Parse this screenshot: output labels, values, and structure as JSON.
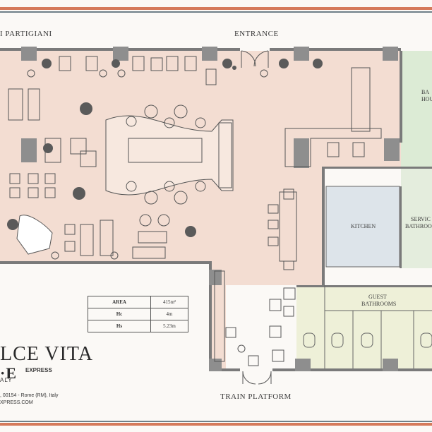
{
  "labels": {
    "street": "I PARTIGIANI",
    "entrance": "ENTRANCE",
    "bar_house_1": "BA",
    "bar_house_2": "HOU",
    "service_1": "SERVIC",
    "service_2": "BATHROO",
    "kitchen": "KITCHEN",
    "guest_1": "GUEST",
    "guest_2": "BATHROOMS",
    "train_platform": "TRAIN PLATFORM"
  },
  "dimensions": [
    {
      "key": "AREA",
      "value": "415m²"
    },
    {
      "key": "Hc",
      "value": "4m"
    },
    {
      "key": "Hs",
      "value": "5.23m"
    }
  ],
  "brand": {
    "title": "LCE VITA",
    "mark": "·E",
    "express": "EXPRESS",
    "country": "ALY",
    "address": ", 00154 - Rome (RM), Italy",
    "website": "XPRESS.COM"
  }
}
